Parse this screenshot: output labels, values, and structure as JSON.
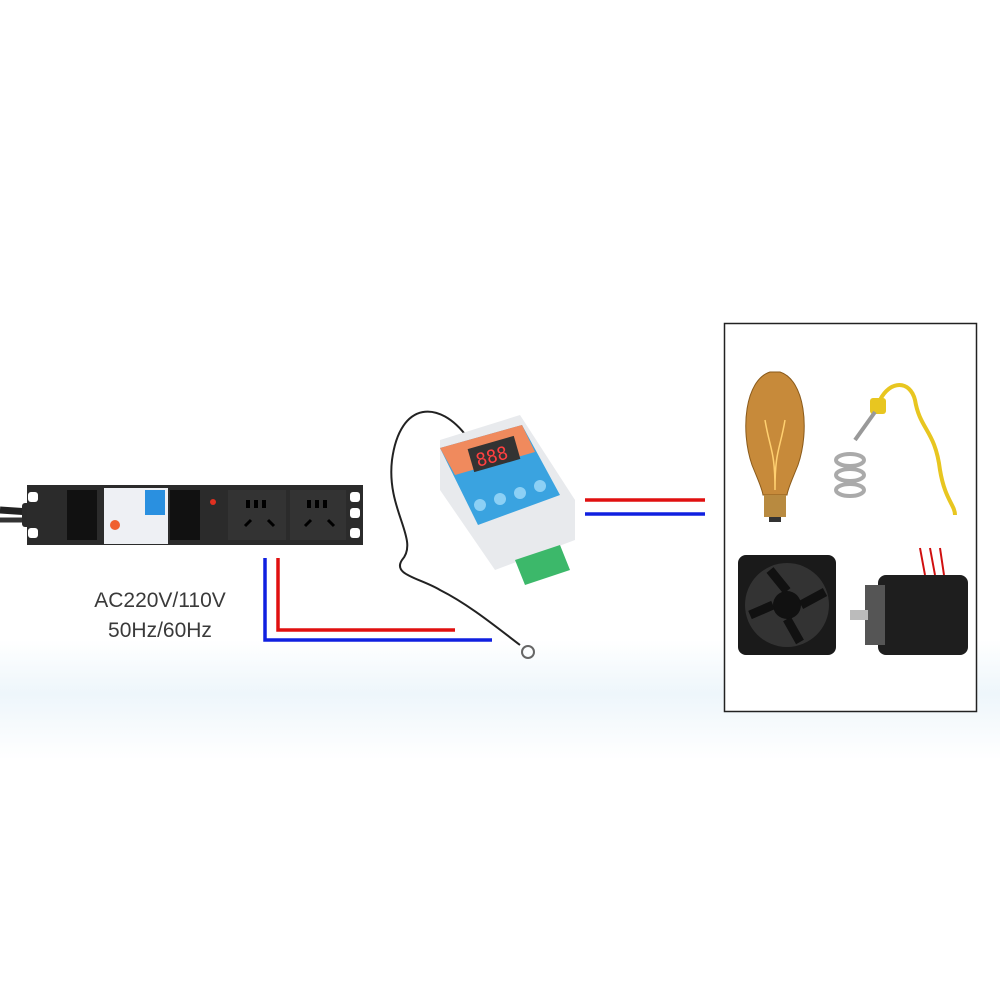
{
  "power_source": {
    "voltage_label": "AC220V/110V",
    "frequency_label": "50Hz/60Hz"
  },
  "colors": {
    "live_wire": "#e01010",
    "neutral_wire": "#1020e0",
    "controller_orange": "#f08a5d",
    "controller_blue": "#3aa3e0",
    "display_red": "#ff4040"
  },
  "loads": [
    "light-bulb",
    "immersion-heater",
    "cooling-fan",
    "electric-motor"
  ]
}
